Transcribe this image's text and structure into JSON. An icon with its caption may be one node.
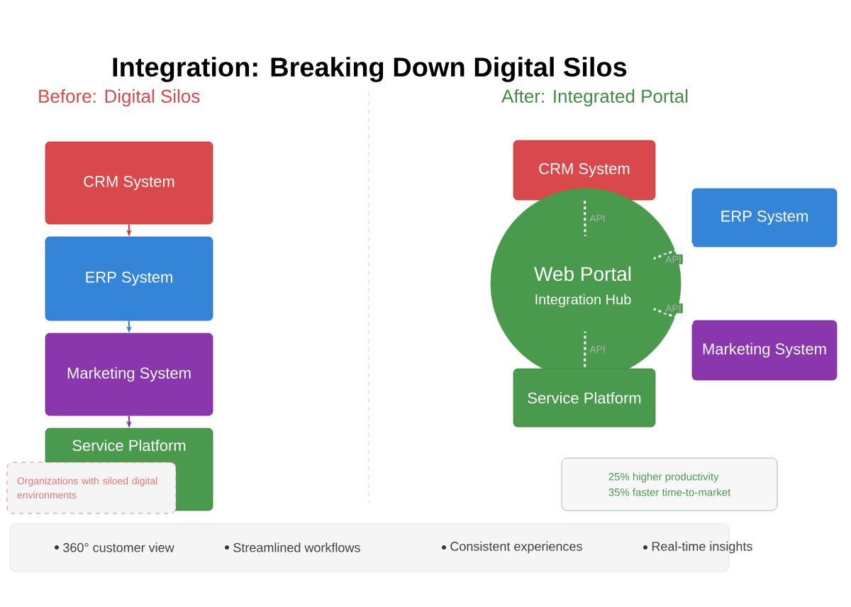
{
  "diagram": {
    "title": "Integration: Breaking Down Digital Silos",
    "nodes": [
      {
        "text": [
          "CRM System"
        ]
      },
      {
        "text": [
          "ERP System"
        ]
      },
      {
        "text": [
          "Marketing System"
        ]
      },
      {
        "text": [
          "Service Platform"
        ]
      },
      {
        "text": [
          "Organizations with siloed digital environments"
        ]
      },
      {
        "text": [
          "CRM System"
        ]
      },
      {
        "text": [
          "ERP System"
        ]
      },
      {
        "text": [
          "Web Portal",
          "Integration Hub"
        ]
      },
      {
        "text": [
          "Marketing System"
        ]
      },
      {
        "text": [
          "Service Platform"
        ]
      },
      {
        "text": [
          "25% higher productivity",
          "35% faster time-to-market"
        ]
      },
      {
        "text": [
          "360° customer view",
          "Streamlined workflows",
          "Consistent experiences",
          "Real-time insights"
        ]
      }
    ],
    "edges": [
      {
        "from": 0,
        "to": 1,
        "arrow": "to",
        "color": "#d63a3a"
      },
      {
        "from": 1,
        "to": 2,
        "arrow": "to",
        "color": "#2f7fd6"
      },
      {
        "from": 2,
        "to": 3,
        "arrow": "to",
        "color": "#8a2fb0"
      },
      {
        "from": 5,
        "to": 7,
        "arrow": "none",
        "label": "API",
        "style": "dashed"
      },
      {
        "from": 6,
        "to": 7,
        "arrow": "none",
        "label": "API",
        "style": "dashed"
      },
      {
        "from": 8,
        "to": 7,
        "arrow": "none",
        "label": "API",
        "style": "dashed"
      },
      {
        "from": 9,
        "to": 7,
        "arrow": "none",
        "label": "API",
        "style": "dashed"
      }
    ],
    "labels": [
      "Before: Digital Silos",
      "After: Integrated Portal"
    ]
  }
}
